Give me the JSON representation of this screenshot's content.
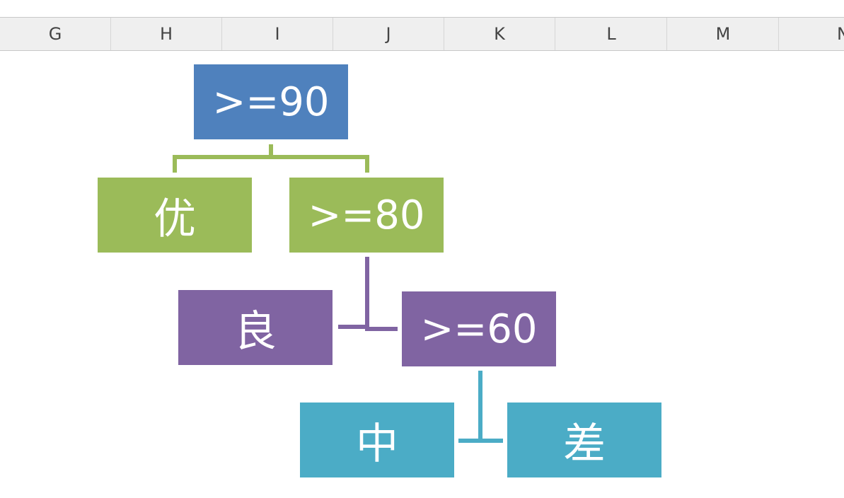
{
  "columns": [
    "G",
    "H",
    "I",
    "J",
    "K",
    "L",
    "M",
    "N"
  ],
  "colors": {
    "level1": "#4f81bd",
    "level2": "#9bbb59",
    "level3": "#8064a2",
    "level4": "#4bacc6"
  },
  "tree": {
    "root": ">=90",
    "level2_left": "优",
    "level2_right": ">=80",
    "level3_left": "良",
    "level3_right": ">=60",
    "level4_left": "中",
    "level4_right": "差"
  }
}
